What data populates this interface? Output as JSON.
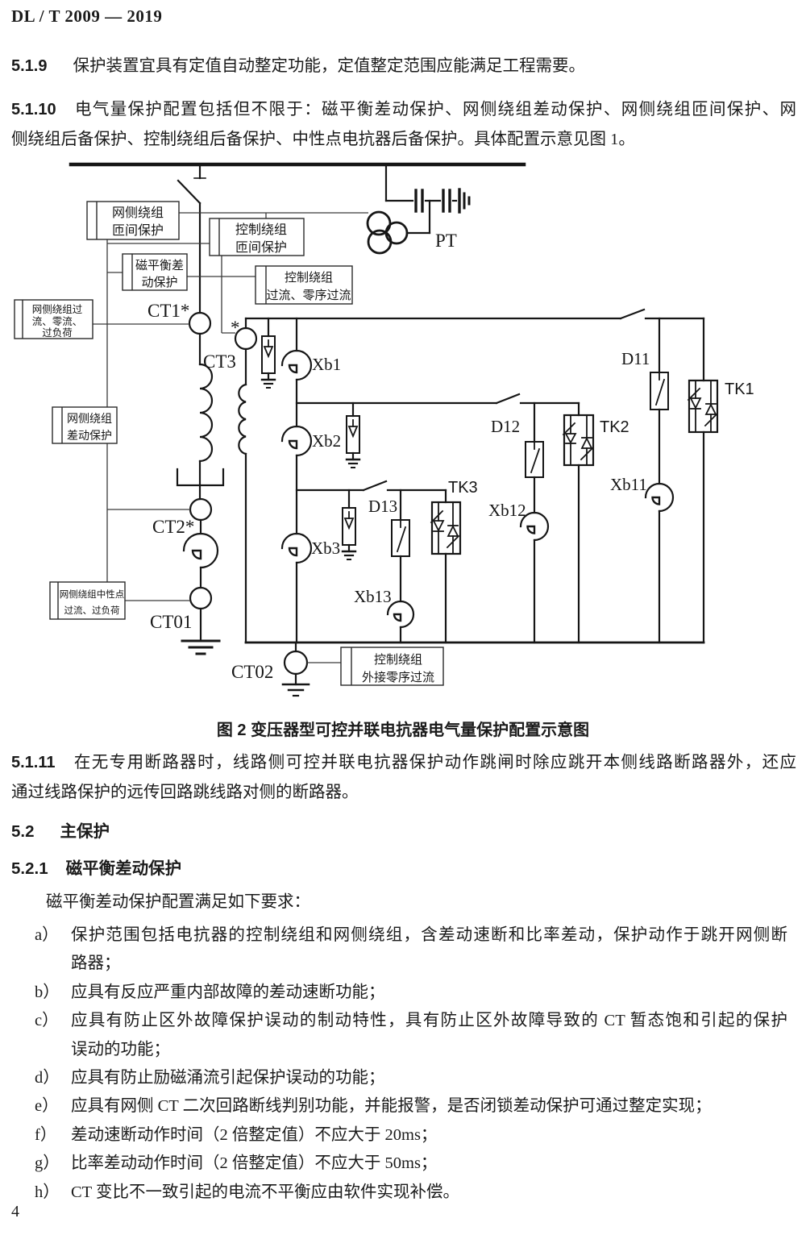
{
  "header": {
    "doc_no": "DL / T 2009 — 2019"
  },
  "sections": {
    "s519": {
      "num": "5.1.9",
      "text": "保护装置宜具有定值自动整定功能，定值整定范围应能满足工程需要。"
    },
    "s5110": {
      "num": "5.1.10",
      "line1": "电气量保护配置包括但不限于：磁平衡差动保护、网侧绕组差动保护、网侧绕组匝间保护、网",
      "line2": "侧绕组后备保护、控制绕组后备保护、中性点电抗器后备保护。具体配置示意见图 1。"
    },
    "s5111": {
      "num": "5.1.11",
      "line1": "在无专用断路器时，线路侧可控并联电抗器保护动作跳闸时除应跳开本侧线路断路器外，还应",
      "line2": "通过线路保护的远传回路跳线路对侧的断路器。"
    },
    "s52": {
      "num": "5.2",
      "title": "主保护"
    },
    "s521": {
      "num": "5.2.1",
      "title": "磁平衡差动保护"
    },
    "intro": "磁平衡差动保护配置满足如下要求："
  },
  "items": [
    {
      "label": "a）",
      "lines": [
        "保护范围包括电抗器的控制绕组和网侧绕组，含差动速断和比率差动，保护动作于跳开网侧断",
        "路器；"
      ]
    },
    {
      "label": "b）",
      "lines": [
        "应具有反应严重内部故障的差动速断功能；"
      ]
    },
    {
      "label": "c）",
      "lines": [
        "应具有防止区外故障保护误动的制动特性，具有防止区外故障导致的 CT 暂态饱和引起的保护",
        "误动的功能；"
      ]
    },
    {
      "label": "d）",
      "lines": [
        "应具有防止励磁涌流引起保护误动的功能；"
      ]
    },
    {
      "label": "e）",
      "lines": [
        "应具有网侧 CT 二次回路断线判别功能，并能报警，是否闭锁差动保护可通过整定实现；"
      ]
    },
    {
      "label": "f）",
      "lines": [
        "差动速断动作时间（2 倍整定值）不应大于 20ms；"
      ]
    },
    {
      "label": "g）",
      "lines": [
        "比率差动动作时间（2 倍整定值）不应大于 50ms；"
      ]
    },
    {
      "label": "h）",
      "lines": [
        "CT 变比不一致引起的电流不平衡应由软件实现补偿。"
      ]
    }
  ],
  "figure": {
    "caption": "图 2  变压器型可控并联电抗器电气量保护配置示意图",
    "labels": {
      "pt": "PT",
      "star": "*",
      "ct1": "CT1*",
      "ct3": "CT3",
      "ct2": "CT2*",
      "ct01": "CT01",
      "ct02": "CT02",
      "xb1": "Xb1",
      "xb2": "Xb2",
      "xb3": "Xb3",
      "xb11": "Xb11",
      "xb12": "Xb12",
      "xb13": "Xb13",
      "d11": "D11",
      "d12": "D12",
      "d13": "D13",
      "tk1": "TK1",
      "tk2": "TK2",
      "tk3": "TK3"
    },
    "boxes": {
      "grid_interturn": {
        "l1": "网侧绕组",
        "l2": "匝间保护"
      },
      "ctrl_interturn": {
        "l1": "控制绕组",
        "l2": "匝间保护"
      },
      "mag_balance": {
        "l1": "磁平衡差",
        "l2": "动保护"
      },
      "ctrl_oc": {
        "l1": "控制绕组",
        "l2": "过流、零序过流"
      },
      "grid_oc": {
        "l1": "网侧绕组过",
        "l2": "流、零流、",
        "l3": "过负荷"
      },
      "grid_diff": {
        "l1": "网侧绕组",
        "l2": "差动保护"
      },
      "grid_neutral": {
        "l1": "网侧绕组中性点",
        "l2": "过流、过负荷"
      },
      "ctrl_zeroseq": {
        "l1": "控制绕组",
        "l2": "外接零序过流"
      }
    }
  },
  "page_number": "4"
}
